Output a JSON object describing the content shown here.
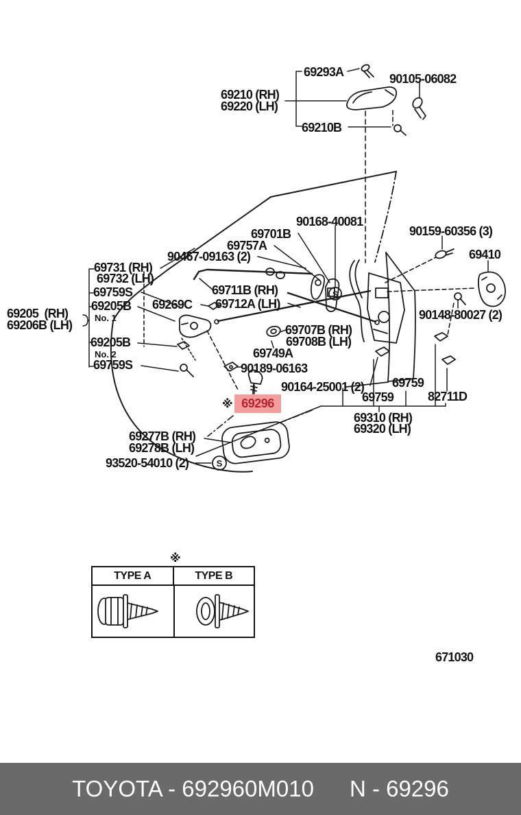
{
  "symbols": {
    "ref_mark": "※",
    "screw": "S"
  },
  "highlight": {
    "bg": "#f49d9d",
    "fg": "#b6232a"
  },
  "labels": {
    "p69293a": "69293A",
    "p90105": "90105-06082",
    "p69210": "69210 (RH)",
    "p69220": "69220 (LH)",
    "p69210b": "69210B",
    "p90168": "90168-40081",
    "p69701b": "69701B",
    "p69757a": "69757A",
    "p90467": "90467-09163 (2)",
    "p90159": "90159-60356 (3)",
    "p69410": "69410",
    "p69731": "69731 (RH)",
    "p69732": "69732 (LH)",
    "p69759s1": "69759S",
    "p69711b": "69711B (RH)",
    "p69712a": "69712A (LH)",
    "p69205b1": "69205B",
    "no1": "No. 1",
    "p69269c": "69269C",
    "p69205": "69205  (RH)",
    "p69206b": "69206B (LH)",
    "p69205b2": "69205B",
    "no2": "No. 2",
    "p90148": "90148-80027 (2)",
    "p69707b": "69707B (RH)",
    "p69708b": "69708B (LH)",
    "p69749a": "69749A",
    "p90189": "90189-06163",
    "p69759s2": "69759S",
    "p90164": "90164-25001 (2)",
    "p69759a": "69759",
    "p69759b": "69759",
    "p82711d": "82711D",
    "p69296": "69296",
    "p69310": "69310 (RH)",
    "p69320": "69320 (LH)",
    "p69277b": "69277B (RH)",
    "p69278b": "69278B (LH)",
    "p93520": "93520-54010 (2)",
    "figure": "671030"
  },
  "type_table": {
    "col_a": "TYPE A",
    "col_b": "TYPE B"
  },
  "footer": {
    "left": "TOYOTA - 692960M010",
    "right": "N - 69296",
    "bg": "#6a6a6a"
  }
}
